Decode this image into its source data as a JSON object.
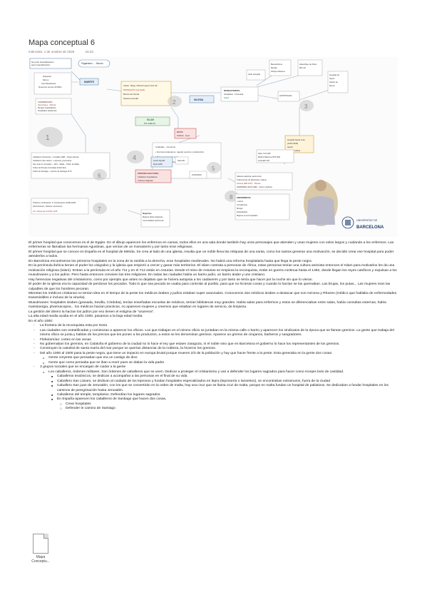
{
  "note": {
    "title": "Mapa conceptual 6",
    "date": "miércoles, 1 de octubre de 2025",
    "time": "16:23"
  },
  "concept_map": {
    "nodes": [
      {
        "id": "hosp",
        "text": "Se pintó hospitalización ante hospitalización"
      },
      {
        "id": "page",
        "text": "Paganismo → Mundo"
      },
      {
        "id": "origen",
        "text": "Hispania · Moros · Las Pataclesas · Nosotros somos ANTES"
      },
      {
        "id": "muerte",
        "text": "MUERTE"
      },
      {
        "id": "vision",
        "text": "Visión. Relig. Oficial Imperio 313 dC · MONACATO (Cenobit) · Benito de Nursia"
      },
      {
        "id": "iglesia",
        "text": "IGLESIA"
      },
      {
        "id": "islam",
        "text": "ISLAM · 671-1492 dC"
      },
      {
        "id": "monasterios",
        "text": "MONASTERIOS · Hospitales · Farmacia"
      },
      {
        "id": "hospital_santa",
        "text": "Hospital Santa Creu (1401-1926) · Gaudí · Médico Lazkia"
      },
      {
        "id": "obispo",
        "text": "Obispo Masona"
      },
      {
        "id": "comp",
        "text": "Comerció · Gremios · Gremios (artesanos, regular escuros, producción) · Burguesía (poder civil) · Hospitales de pobres"
      },
      {
        "id": "laura",
        "text": "Laura Aguilar · Caballeros Hospitalarios · Ordenes militares"
      },
      {
        "id": "siglo",
        "text": "Siglo XII · Orden del Temple · Santiago"
      },
      {
        "id": "salud",
        "text": "SALUD"
      },
      {
        "id": "cuidado",
        "text": "CUIDADO"
      },
      {
        "id": "ordenes",
        "text": "ÓRDENES MILITARES · Caballeros hospitalarios · Ordenes religiosas"
      },
      {
        "id": "fortuna",
        "text": "Siglo XVI · Mujeres Reformadas · San Juan de Dios"
      },
      {
        "id": "anatomia",
        "text": "Saberes alquimia, astronomía · Traducciones de Hipócrates, Galeno · Andrés Vesalio · Cuidados, Medicina"
      },
      {
        "id": "enfermeras",
        "text": "ENFERMERAS · Laicos · Comadronas · Monjas · Mujeres en los hospitales"
      },
      {
        "id": "regiones",
        "text": "Regiones · Órdenes Mendicantes · Cofradías"
      }
    ],
    "badges": [
      "1",
      "2",
      "3",
      "4",
      "5",
      "6",
      "7",
      "8"
    ],
    "logo": {
      "line1": "UNIVERSITAT DE",
      "line2": "BARCELONA"
    }
  },
  "paragraphs": [
    "El primer hospital que conocemos es el de Egipto. En el dibujo aparecen los enfermos en camas, todos ellos en una sala donde también hay unos personajes que atienden y unas mujeres con velos largos y cuidando a los enfermos. Las enfermeras se llamaban las hermanas Agustinas, que venían de un monasterio y por tanto eran religiosas.",
    "El primer hospital que se conoce en España es el hospital de Mérida. Se crea al lado de una iglesia, resulta que un noble lleva las reliquias de una santa, como los santos generan una motivación, se decidió crear ese hospital para poder atenderlos a todos.",
    "En Barcelona encontramos los primeros hospitales en la zona de la rambla a la derecha, eran hospitales medievales. No habrá una reforma hospitalaria hasta que llega la peste negra.",
    "En la península ibérica tienen el poder los visigodos y la iglesia que empezó a crecer y ganar más territorios. El islam contrata a personas de África, estas personas tenían una cultura animista entonces el Islam para motivarlos les da una motivación religiosa (islam). Entran a la península en el año 711 y en el 712 están en Asturias. Desde el reino de Asturias se empieza la reconquista, están en guerra continua hasta el 1492, donde llegan los reyes católicos y expulsan a los musulmanes y a los judíos. Pero hasta entonces conviven las tres religiones. En todas las ciudades había un barrio judío, un barrio árabe y uno cristiano.",
    "Hay herencias negativas del cristianismo, como por ejemplo que antes no dejaban que se hiciera autopsia a los cadáveres y por tanto se tenía que hacer por la noche sin que lo vieran.",
    "El poder de la iglesia era la capacidad de perdonar los pecados. Todo lo que sea pecado se usaba para controlar al pueblo, para que no hicieran cosas y cuando lo hacían se las quemaban. Las brujas, los putas... Las mujeres eran las culpables de que los hombres pecaran.",
    "Mientras los médicos cristianos no tenían idea en el tiempo de la peste los médicos árabes y judíos estaban super avanzados. Conocemos dos médicos árabes a destacar que son Avicena y Rhazes (médico que hablaba de enfermedades transmisibles e incluso de la viruela).",
    "Musulmanes: hospitales árabes (granada, Sevilla, Córdoba), tenían enseñadas escuelas de médicos, tenían bibliotecas muy grandes. Había salas para enfermos y estos se diferenciaban entre salas, había consultas externas, había maristoergia, pharmacopea... los médicos hacían practicas, no aparecen mujeres y creemos que estaban en lugares de servicio, de limpieza.",
    "La gestión del dinero la hacían los judíos por eso tienen el estigma de \"usureros\".",
    "La alta edad media acaba en el año 1000, pasamos a la baja edad media.",
    "En el año 1000:"
  ],
  "list": [
    {
      "level": 1,
      "text": "La frontera de la reconquista esta por Soria"
    },
    {
      "level": 1,
      "text": "Las ciudades son estratificadas y comienzan a aparecer los oficios. Los que trabajan en el mismo oficio se juntaban en la misma calle o barrio y aparecen los sindicatos de la época que se llaman gremios. La gente que trabaja del mismo oficio se junta y hablan de los precios que les ponen a los productos, a estos se les denominan gremios. Aparece un gremio de cirujanos, barberos y sangradores."
    },
    {
      "level": 1,
      "text": "Flebotomías: cortes en las venas"
    },
    {
      "level": 1,
      "text": "No gobernaban los gremios, en Cataluña el gobierno de la ciudad no lo hace el rey que estaen zaragoza, ni el noble sino que en Barcelona el gobierno lo hace los representantes de los gremios."
    },
    {
      "level": 1,
      "text": "Construyen la catedral de santa maría del mar porque se querían distanciar de la nobleza, la hicieron los gremios."
    },
    {
      "level": 1,
      "text": "Del año 1000 al 1500 pasa la peste negra, que tiene un impacto en europa brutal porque mueren 2/3 de la población y hay que hacer frente a la peste. Esta generaba en la gente dos cosas:"
    },
    {
      "level": 2,
      "text": "Gente creyente que pensaban que era un castigo de dios"
    },
    {
      "level": 2,
      "text": "Gente que como pensaba que se iban a morir pues se daban la vida padre"
    },
    {
      "level": 1,
      "text": "3 grupos sociales que se encargan de cuidar a la gente"
    },
    {
      "level": 2,
      "text": "Los caballeros, órdenes militares. Son órdenes de caballeros que se unen. Dedicar a proteger el cristianismo y van a defender los lugares sagrados para hacer como monjes boto de castidad."
    },
    {
      "level": 3,
      "text": "Caballeros teutónicos, se dedican a acompañar a las personas en el final de su vida"
    },
    {
      "level": 3,
      "text": "Caballero San Lázaro, se dedican al cuidado de los leprosos y fundan hospitales especializados en lepra (leprosería o lazaretos), se encontraban extramuros, fuera de la ciudad"
    },
    {
      "level": 3,
      "text": "Caballero San juan de Jerusalén, con los que se convertirán en la orden de malta, hay una cruz que se llama cruz de malta, porque en malta fundan un hospital de paliativos. Se dedicaban a fundar hospitales en los caminos de peregrinación hasta Jerusalén."
    },
    {
      "level": 3,
      "text": "Caballeros del temple, templarios. Defendían los lugares sagrados."
    },
    {
      "level": 3,
      "text": "En España aparecen los caballeros de Santiago que hacen dos cosas,"
    },
    {
      "level": 4,
      "text": "Crear hospitales"
    },
    {
      "level": 4,
      "text": "Defender le camino de Santiago"
    }
  ],
  "attachment": {
    "name_line1": "Mapa",
    "name_line2": "Conceptu..."
  }
}
